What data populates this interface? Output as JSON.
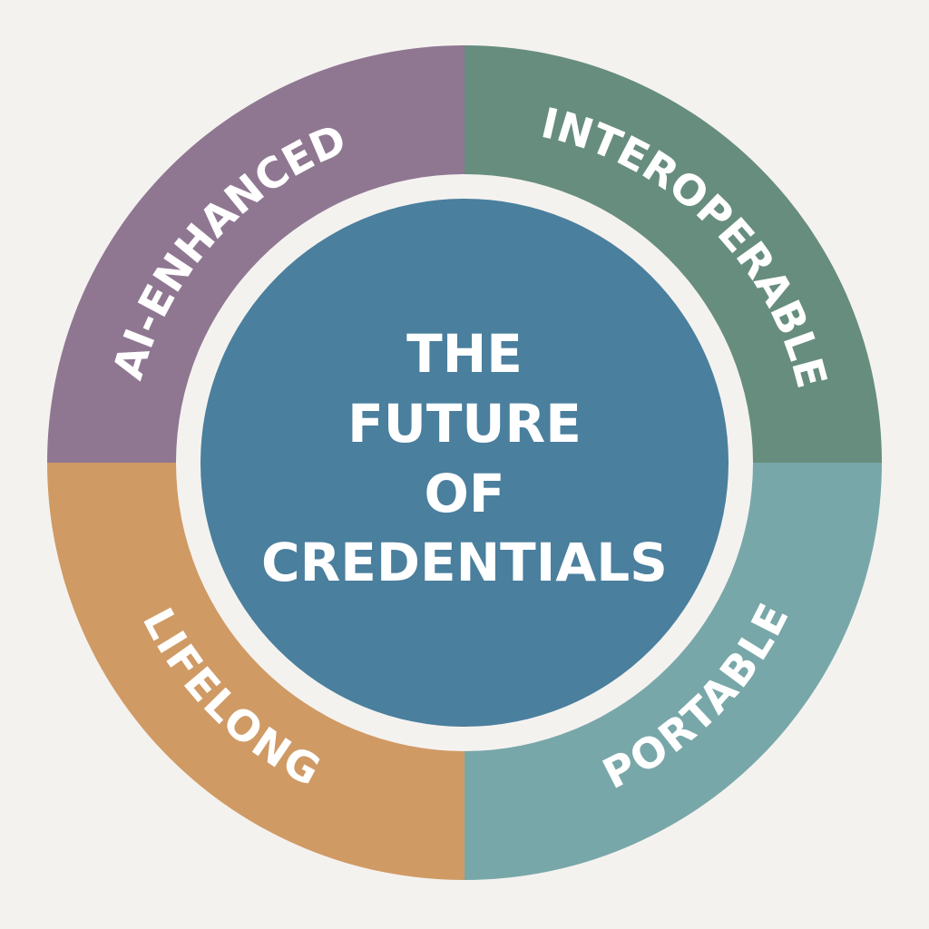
{
  "colors": {
    "background": "#f4f2ef",
    "gap": "#f4f2ef",
    "center": "#4a7f9e",
    "ai_enhanced": "#8f7792",
    "interoperable": "#678d7e",
    "lifelong": "#d09a64",
    "portable": "#78a7a9"
  },
  "center": {
    "lines": [
      "THE",
      "FUTURE",
      "OF",
      "CREDENTIALS"
    ]
  },
  "segments": {
    "top_left": {
      "label": "AI-ENHANCED"
    },
    "top_right": {
      "label": "INTEROPERABLE"
    },
    "bottom_left": {
      "label": "LIFELONG"
    },
    "bottom_right": {
      "label": "PORTABLE"
    }
  }
}
